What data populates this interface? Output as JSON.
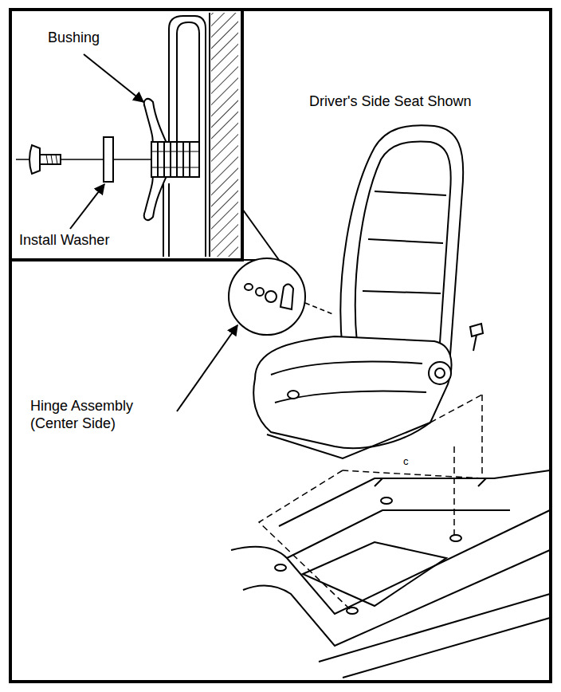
{
  "diagram": {
    "labels": [
      "Bushing",
      "Install Washer",
      "Driver's Side Seat Shown",
      "Hinge Assembly (Center Side)",
      "c"
    ]
  }
}
